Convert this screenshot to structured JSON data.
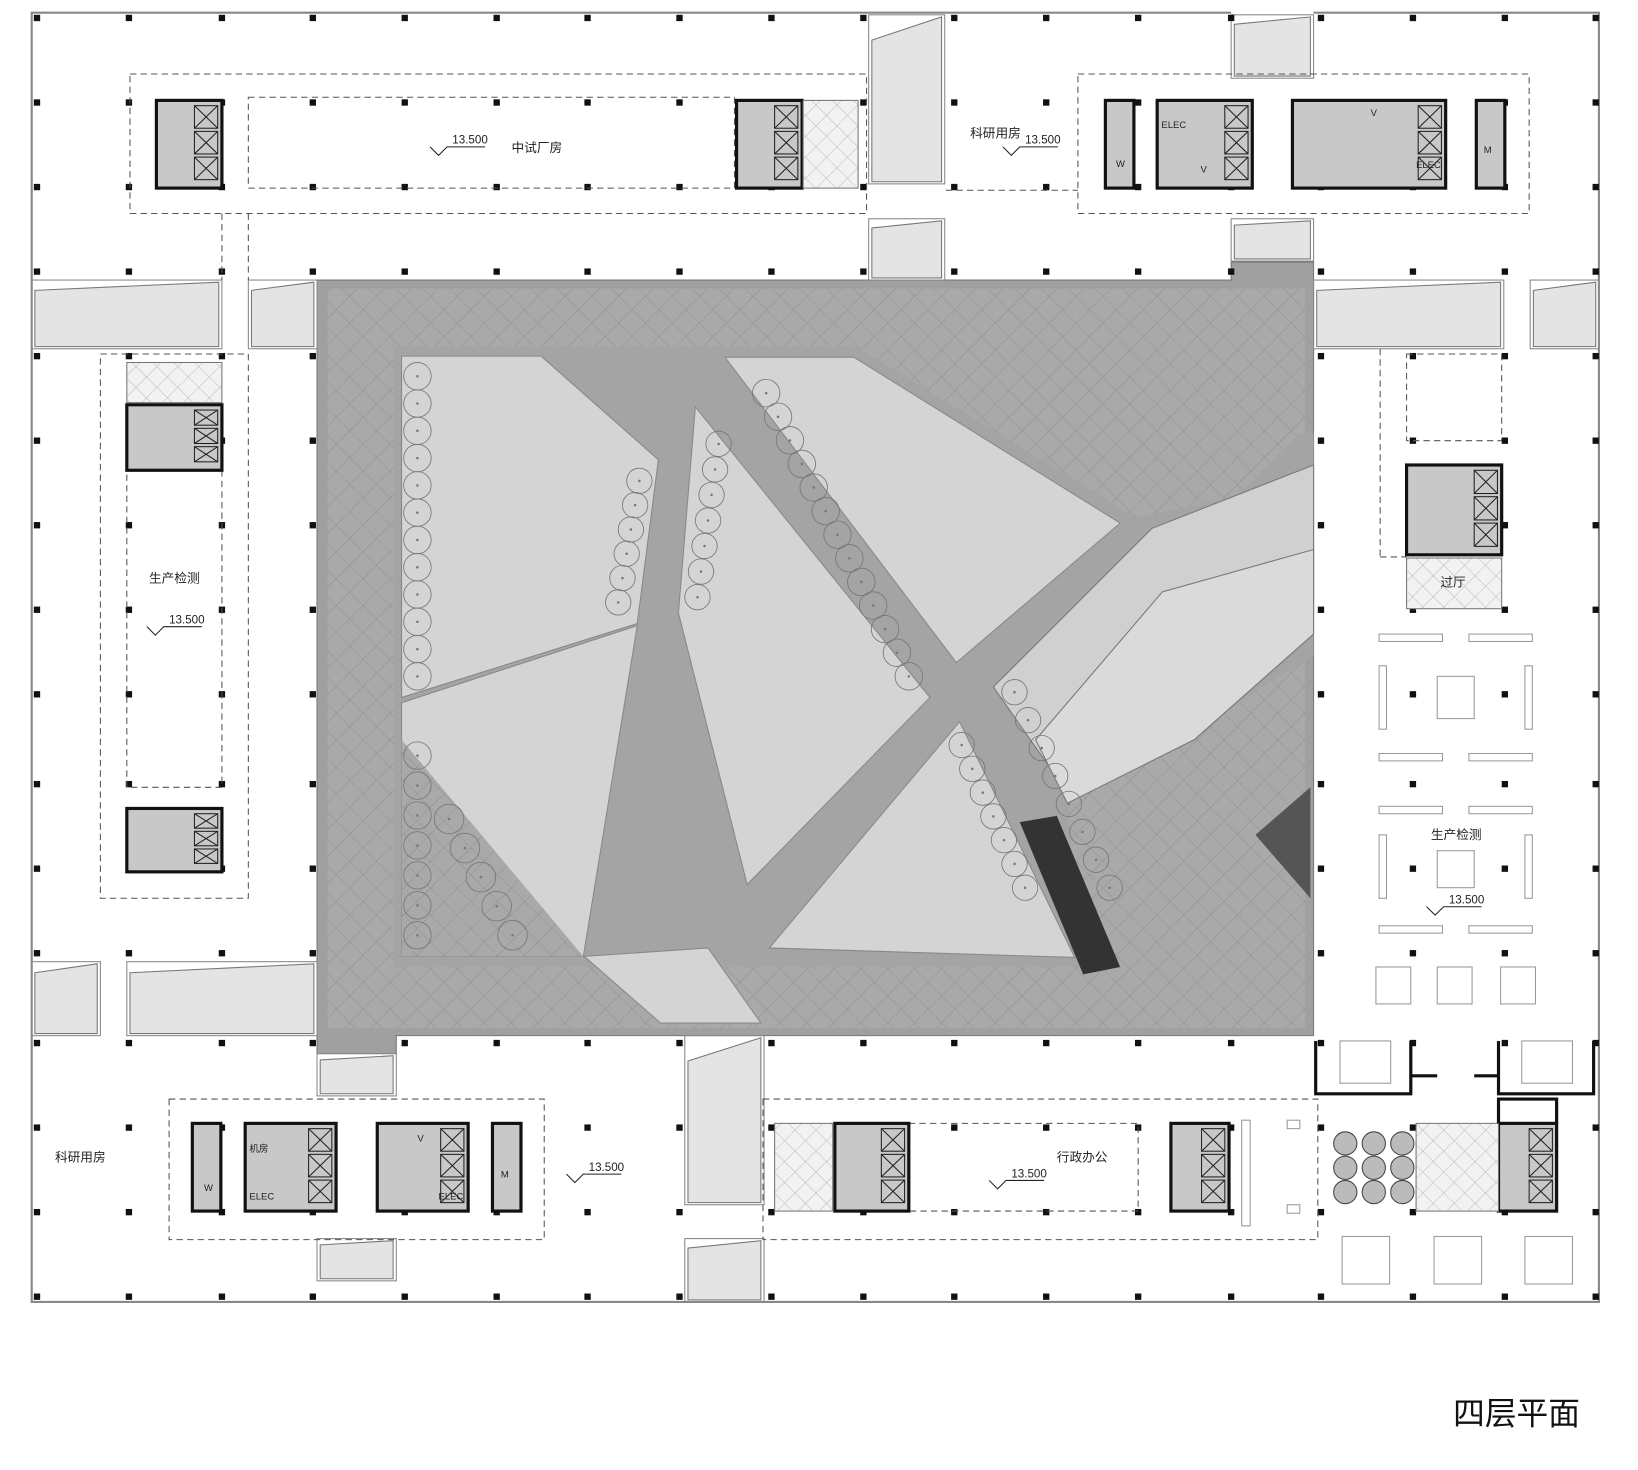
{
  "drawing_title": "四层平面",
  "elevation": "13.500",
  "rooms": {
    "pilot_plant": "中试厂房",
    "research_top": "科研用房",
    "research_bottom": "科研用房",
    "production_left": "生产检测",
    "production_right": "生产检测",
    "lobby": "过厅",
    "admin_office": "行政办公",
    "machine_room": "机房"
  },
  "core_labels": {
    "elec": "ELEC",
    "v": "V",
    "w": "W",
    "m": "M"
  },
  "colors": {
    "courtyard": "#a9a9a9",
    "lawn": "#d4d4d4",
    "path": "#9c9c9c",
    "core": "#c8c8c8",
    "ramp": "#e4e4e4"
  }
}
